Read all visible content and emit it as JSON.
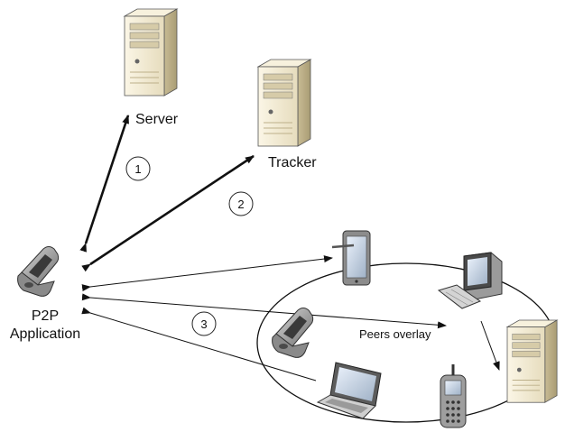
{
  "labels": {
    "server": "Server",
    "tracker": "Tracker",
    "app_line1": "P2P",
    "app_line2": "Application",
    "overlay": "Peers overlay"
  },
  "steps": {
    "one": "1",
    "two": "2",
    "three": "3"
  },
  "icons": {
    "server": "server-tower-icon",
    "tracker": "server-tower-icon",
    "app": "mobile-phone-icon",
    "tablet": "tablet-icon",
    "desktop": "desktop-computer-icon",
    "peer_server": "server-tower-icon",
    "peer_phone": "mobile-phone-icon",
    "laptop": "laptop-icon",
    "cell": "cell-phone-icon"
  },
  "colors": {
    "line": "#111111",
    "server_body": "#f1ead6",
    "server_shade": "#cfc39e",
    "phone_body": "#9a9a9a"
  }
}
